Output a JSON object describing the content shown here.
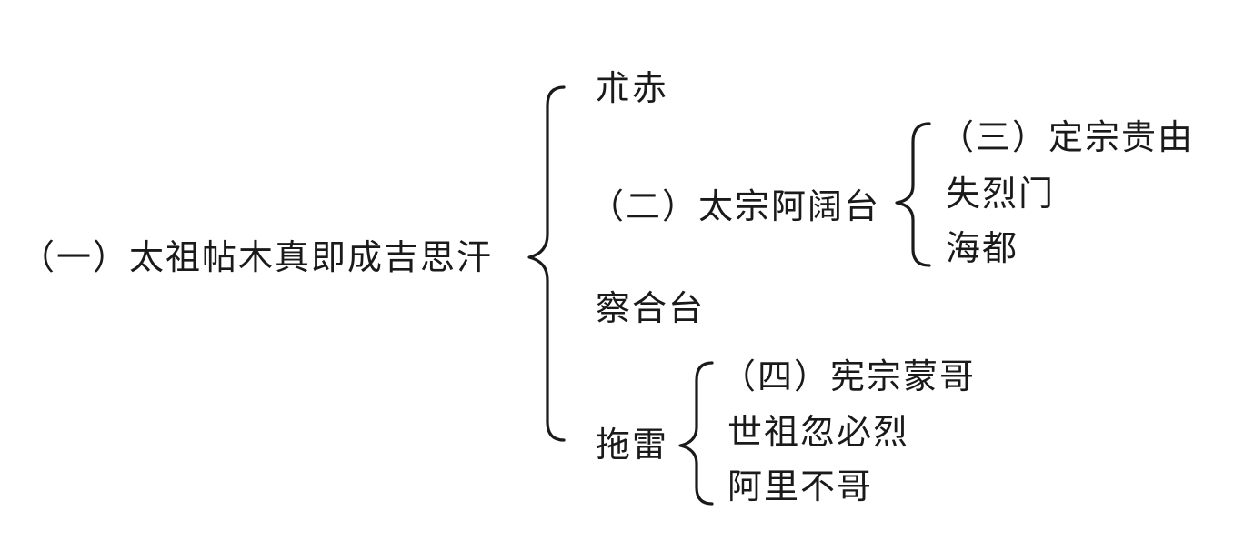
{
  "tree": {
    "root": {
      "label": "（一）太祖帖木真即成吉思汗"
    },
    "level1": [
      {
        "label": "朮赤"
      },
      {
        "label": "（二）太宗阿阔台"
      },
      {
        "label": "察合台"
      },
      {
        "label": "拖雷"
      }
    ],
    "taizong_children": [
      {
        "label": "（三）定宗贵由"
      },
      {
        "label": "失烈门"
      },
      {
        "label": "海都"
      }
    ],
    "tuolei_children": [
      {
        "label": "（四）宪宗蒙哥"
      },
      {
        "label": "世祖忽必烈"
      },
      {
        "label": "阿里不哥"
      }
    ]
  },
  "colors": {
    "ink": "#1a1a1a",
    "background": "#ffffff"
  }
}
